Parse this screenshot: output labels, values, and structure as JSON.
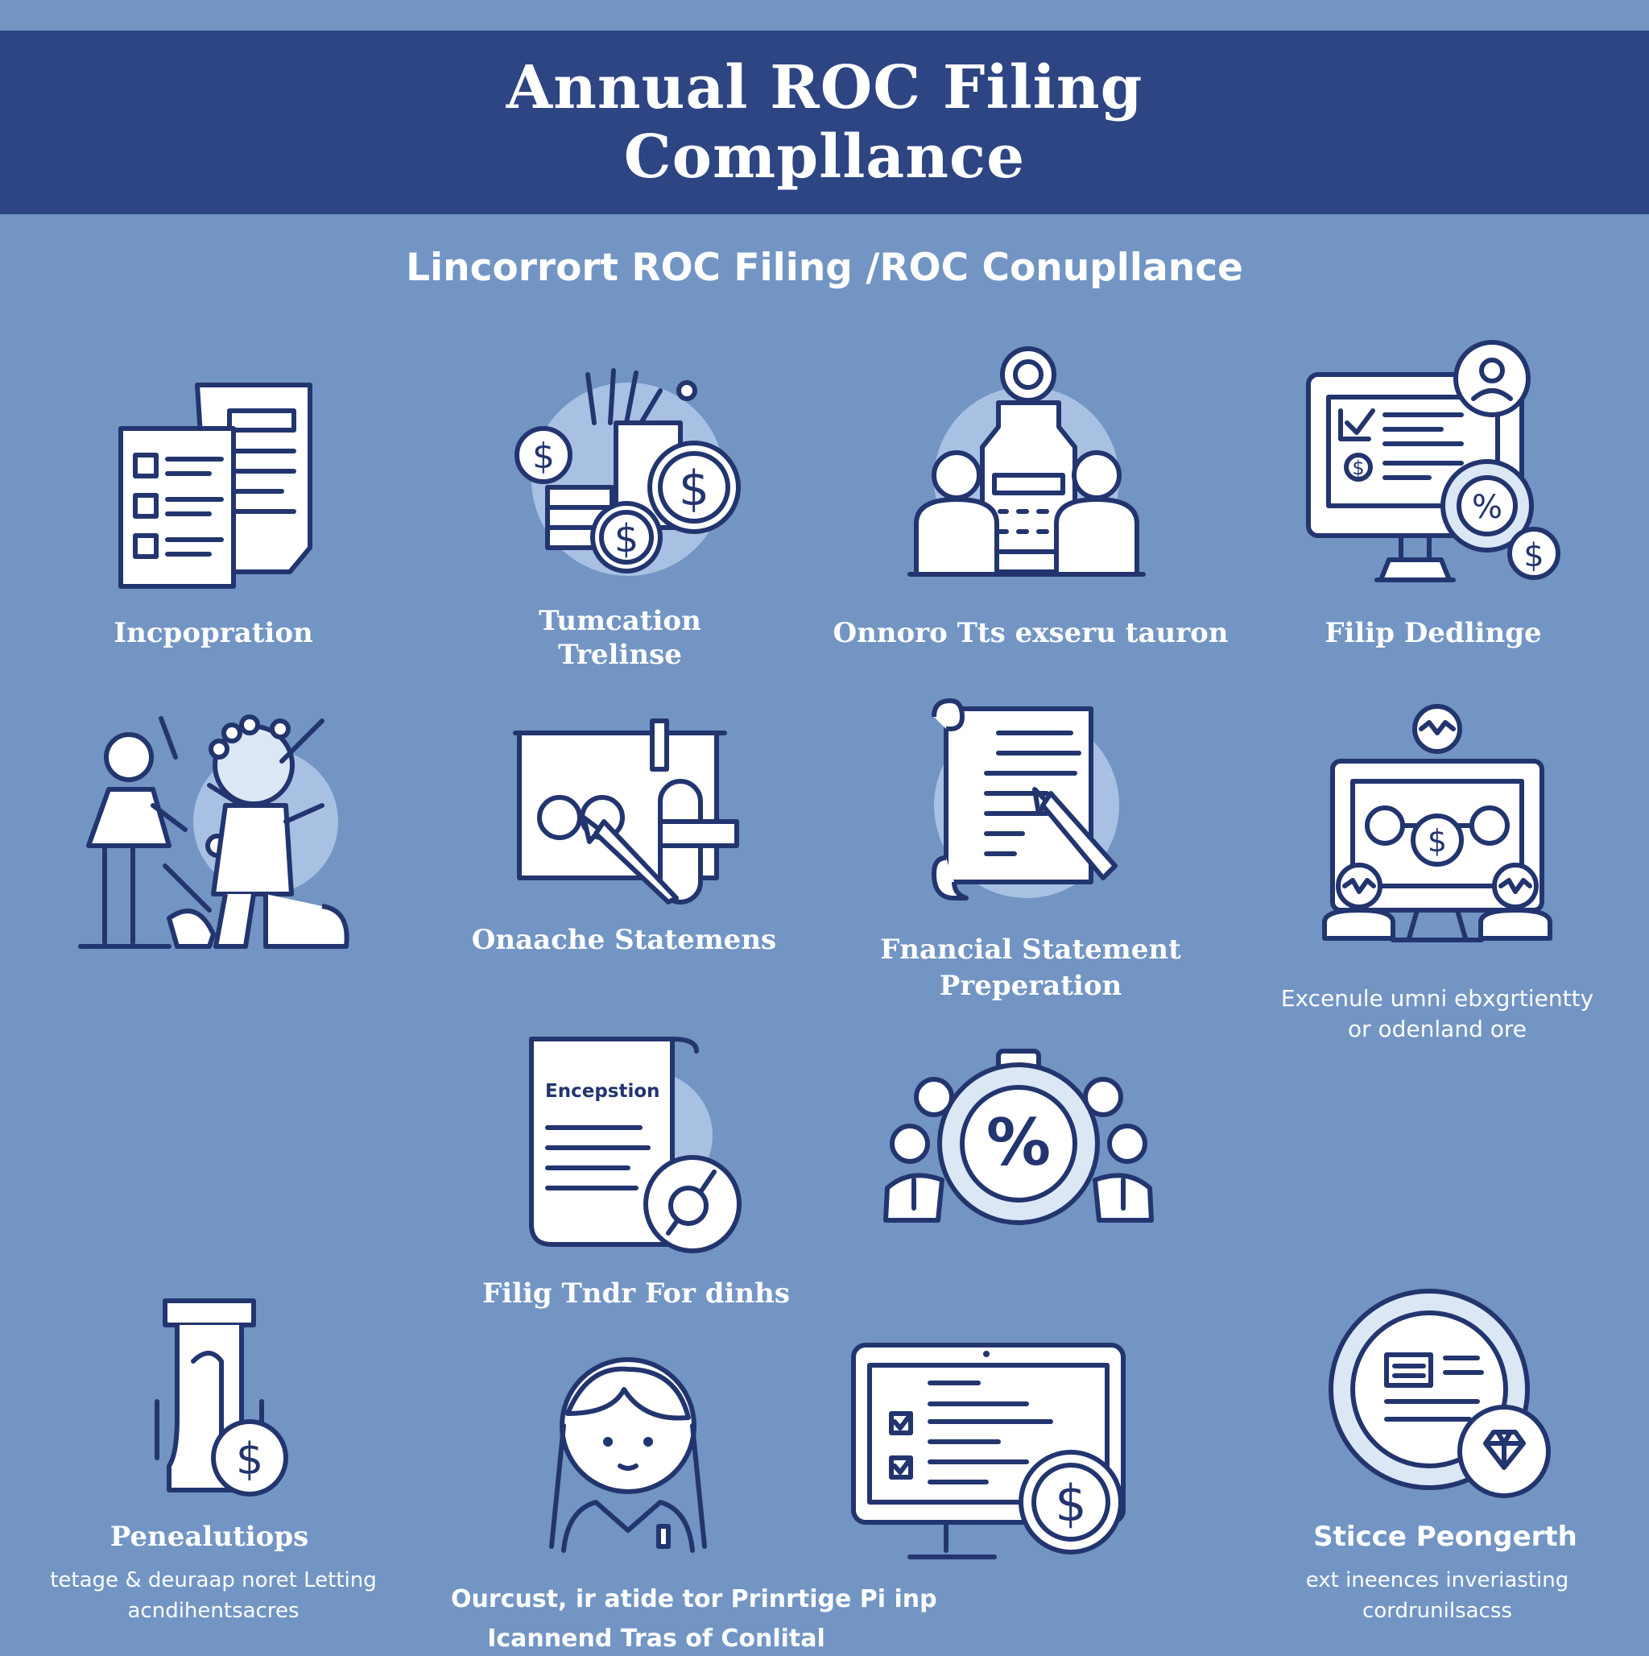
{
  "header": {
    "title_line1": "Annual ROC Filing",
    "title_line2": "Compllance"
  },
  "subtitle": "Lincorrort ROC Filing  /ROC Conupllance",
  "icons": [
    {
      "icon": "documents-icon",
      "label": "Incpopration"
    },
    {
      "icon": "coins-icon",
      "label_line1": "Tumcation",
      "label_line2": "Trelinse"
    },
    {
      "icon": "meeting-icon",
      "label": "Onnoro Tts exseru tauron"
    },
    {
      "icon": "monitor-dollar-icon",
      "label": "Filip  Dedlinge"
    },
    {
      "icon": "people-icon",
      "label": ""
    },
    {
      "icon": "board-pencil-icon",
      "label": "Onaache Statemens"
    },
    {
      "icon": "scroll-pen-icon",
      "label_line1": "Fnancial  Statement",
      "label_line2": "Preperation"
    },
    {
      "icon": "network-monitor-icon",
      "label_line1": "Excenule umni ebxgrtientty",
      "label_line2": "or odenland ore"
    },
    {
      "icon": "document-search-icon",
      "doc_text": "Encepstion",
      "label": "Filig Tndr For dinhs"
    },
    {
      "icon": "percent-team-icon",
      "label": ""
    },
    {
      "icon": "hourglass-dollar-icon",
      "label": "Penealutiops",
      "sub_line1": "tetage & deuraap noret Letting",
      "sub_line2": "acndihentsacres"
    },
    {
      "icon": "person-icon",
      "label_line1": "Ourcust, ir atide tor Prinrtige Pi inp",
      "label_line2": "Icannend Tras of  Conlital"
    },
    {
      "icon": "checklist-monitor-icon",
      "label": ""
    },
    {
      "icon": "badge-diamond-icon",
      "label": "Sticce Peongerth",
      "sub_line1": "ext ineences inveriasting",
      "sub_line2": "cordrunilsacss"
    }
  ],
  "colors": {
    "background": "#7295c4",
    "banner": "#2e4583",
    "icon_stroke": "#23356f",
    "icon_bubble": "#a8c1e3",
    "text": "#ffffff"
  }
}
